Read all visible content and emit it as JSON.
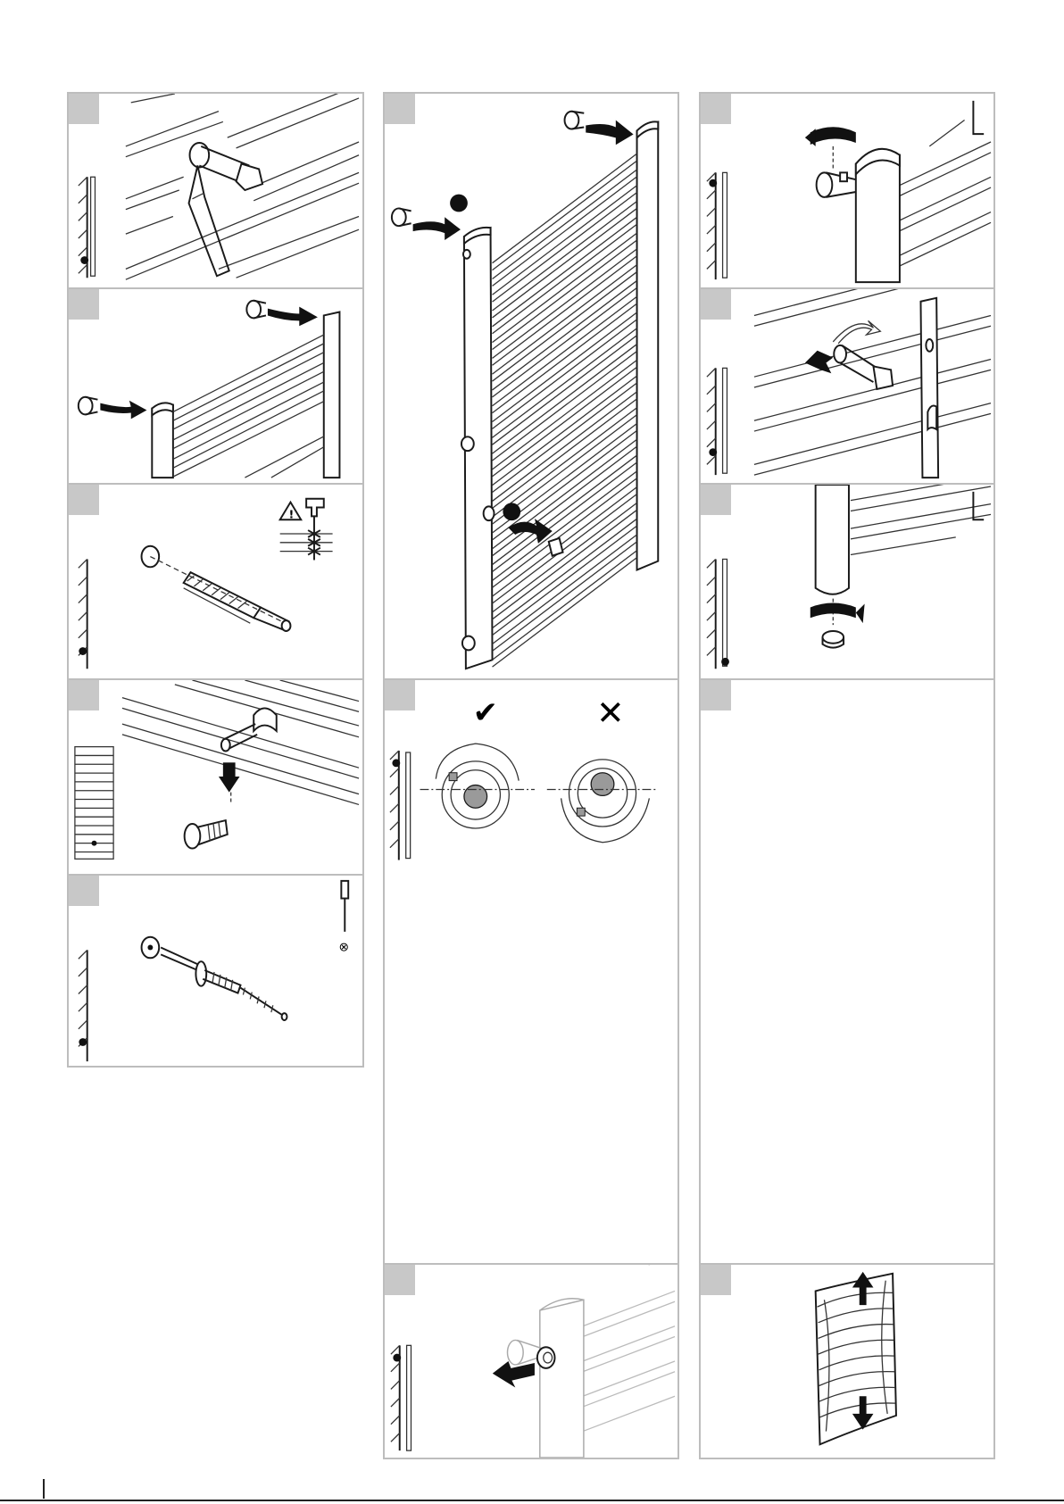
{
  "document": {
    "type": "installation-instructions-pictograms",
    "columns": 3
  },
  "panels": [
    {
      "id": "left-1",
      "step": "",
      "content": "marking-drill-holes-through-bracket"
    },
    {
      "id": "left-2",
      "step": "",
      "content": "insert-wall-brackets-into-radiator"
    },
    {
      "id": "left-3",
      "step": "",
      "content": "drill-hole-warning",
      "warning_icon": "warning-triangle-icon"
    },
    {
      "id": "left-4",
      "step": "",
      "content": "bolt-into-bracket"
    },
    {
      "id": "left-5",
      "step": "",
      "content": "screw-and-dowel-into-wall",
      "tool_icon": "screwdriver-icon",
      "tool_symbol": "⊗"
    },
    {
      "id": "mid-1",
      "step": "",
      "content": "mount-radiator-on-wall-brackets"
    },
    {
      "id": "mid-2",
      "step": "",
      "content": "eccentric-adjustment",
      "ok_symbol": "✔",
      "not_ok_symbol": "✕"
    },
    {
      "id": "mid-3",
      "step": "",
      "content": "insert-cap"
    },
    {
      "id": "right-1",
      "step": "",
      "content": "tighten-top-bracket",
      "tool_icon": "allen-key-icon"
    },
    {
      "id": "right-2",
      "step": "",
      "content": "rotate-bracket-arm"
    },
    {
      "id": "right-3",
      "step": "",
      "content": "bottom-plug",
      "tool_icon": "allen-key-icon"
    },
    {
      "id": "right-4",
      "step": "",
      "content": "empty"
    },
    {
      "id": "right-5",
      "step": "",
      "content": "remove-protective-wrap"
    }
  ]
}
